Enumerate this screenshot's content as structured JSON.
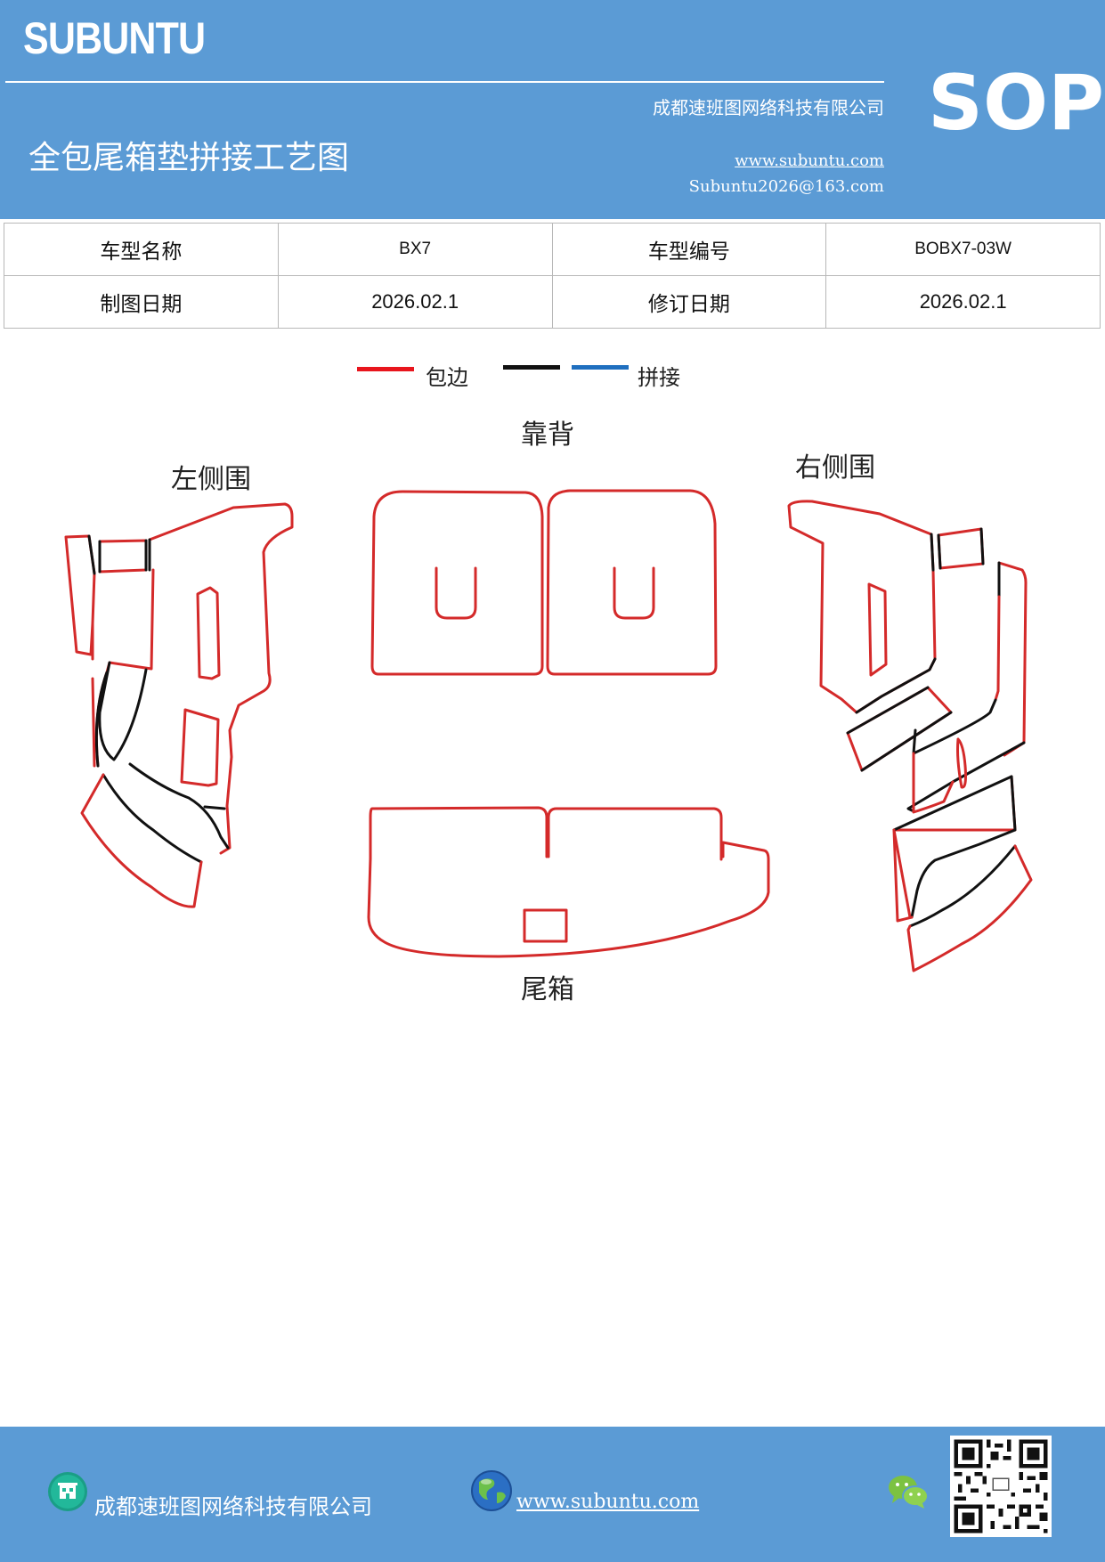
{
  "header": {
    "brand": "SUBUNTU",
    "sop": "SOP",
    "company": "成都速班图网络科技有限公司",
    "title": "全包尾箱垫拼接工艺图",
    "website": "www.subuntu.com",
    "email": "Subuntu2026@163.com"
  },
  "info_table": {
    "rows": [
      {
        "label1": "车型名称",
        "value1": "BX7",
        "label2": "车型编号",
        "value2": "BOBX7-03W"
      },
      {
        "label1": "制图日期",
        "value1": "2026.02.1",
        "label2": "修订日期",
        "value2": "2026.02.1"
      }
    ]
  },
  "legend": {
    "edge_label": "包边",
    "joint_label": "拼接",
    "colors": {
      "edge": "#e8151d",
      "black": "#111111",
      "joint": "#1f6fbf"
    }
  },
  "diagram": {
    "labels": {
      "left": "左侧围",
      "back": "靠背",
      "right": "右侧围",
      "trunk": "尾箱"
    },
    "line_colors": {
      "edge": "#d42a2a",
      "seam": "#111111"
    }
  },
  "footer": {
    "company": "成都速班图网络科技有限公司",
    "website": "www.subuntu.com "
  }
}
